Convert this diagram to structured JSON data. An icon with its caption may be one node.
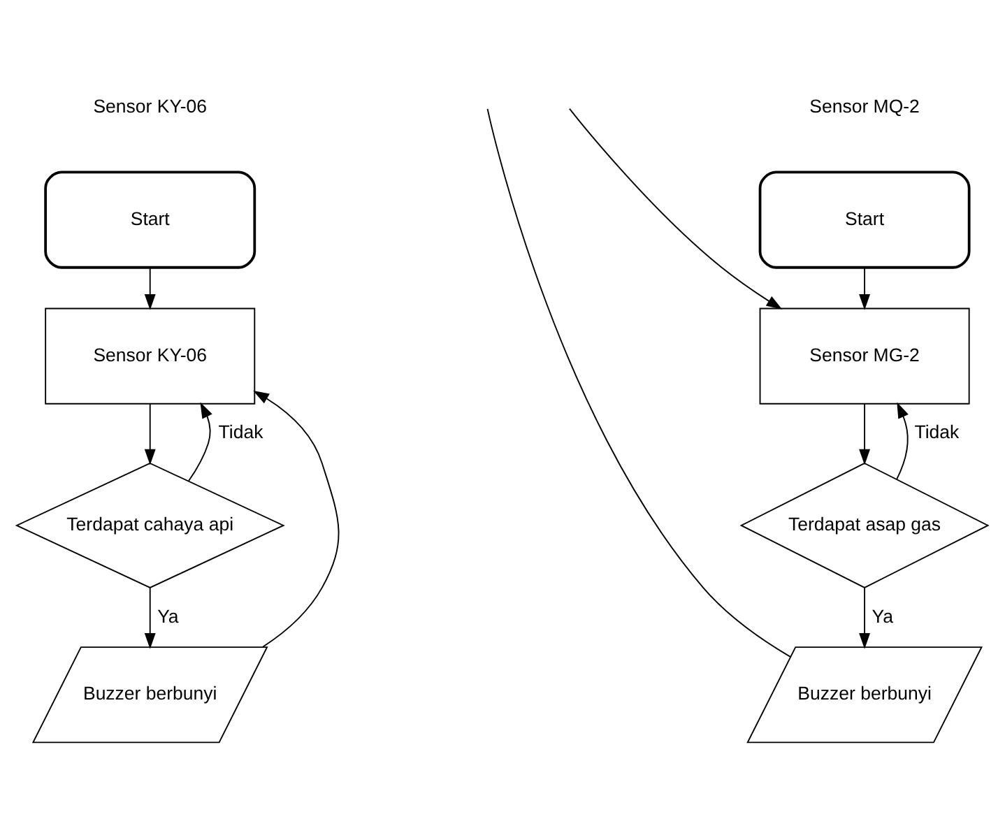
{
  "diagram": {
    "nodes": [
      {
        "text": [
          "Start"
        ]
      },
      {
        "text": [
          "Sensor KY-06"
        ]
      },
      {
        "text": [
          "Terdapat cahaya api"
        ]
      },
      {
        "text": [
          "Buzzer berbunyi"
        ]
      },
      {
        "text": [
          "Start"
        ]
      },
      {
        "text": [
          "Sensor MG-2"
        ]
      },
      {
        "text": [
          "Terdapat asap gas"
        ]
      },
      {
        "text": [
          "Buzzer berbunyi"
        ]
      }
    ],
    "edges": [
      {
        "from": 0,
        "to": 1,
        "arrow": "to"
      },
      {
        "from": 1,
        "to": 2,
        "arrow": "to"
      },
      {
        "from": 2,
        "to": 1,
        "label": "Tidak",
        "arrow": "to"
      },
      {
        "from": 2,
        "to": 3,
        "label": "Ya",
        "arrow": "to"
      },
      {
        "from": 3,
        "to": 1,
        "arrow": "to"
      },
      {
        "from": 4,
        "to": 5,
        "arrow": "to"
      },
      {
        "from": 5,
        "to": 6,
        "arrow": "to"
      },
      {
        "from": 6,
        "to": 5,
        "label": "Tidak",
        "arrow": "to"
      },
      {
        "from": 6,
        "to": 7,
        "label": "Ya",
        "arrow": "to"
      },
      {
        "from": 7,
        "to": null,
        "arrow": "none"
      },
      {
        "from": null,
        "to": 5,
        "arrow": "to"
      }
    ],
    "labels": [
      "Sensor KY-06",
      "Sensor MQ-2"
    ]
  }
}
